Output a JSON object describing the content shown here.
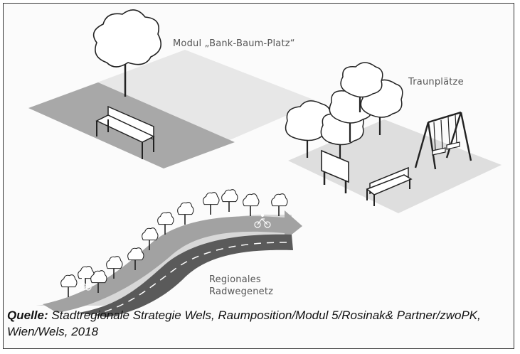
{
  "labels": {
    "modul": "Modul „Bank-Baum-Platz“",
    "traun": "Traunplätze",
    "radweg": "Regionales Radwegenetz"
  },
  "caption": {
    "source_label": "Quelle:",
    "source_text": " Stadtregionale Strategie Wels, Raumposition/Modul 5/Rosinak& Partner/zwoPK, Wien/Wels, 2018"
  },
  "colors": {
    "ground_light": "#e6e6e6",
    "ground_dark": "#a9a9a9",
    "road": "#595959",
    "path_band": "#d6d6d6",
    "arrow": "#9a9a9a",
    "outline": "#222222"
  }
}
